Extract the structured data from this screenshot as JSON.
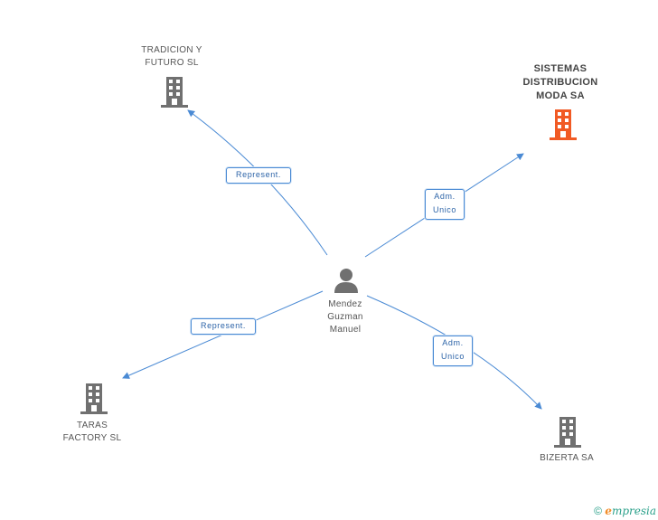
{
  "colors": {
    "edge": "#4a8ad4",
    "building_default": "#707070",
    "building_highlight": "#f15a24",
    "person": "#707070"
  },
  "center": {
    "icon": "person-icon",
    "name": "Mendez\nGuzman\nManuel"
  },
  "companies": [
    {
      "id": "tradicion",
      "name": "TRADICION Y\nFUTURO SL",
      "icon": "building-icon",
      "highlight": false
    },
    {
      "id": "sistemas",
      "name": "SISTEMAS\nDISTRIBUCION\nMODA SA",
      "icon": "building-icon",
      "highlight": true
    },
    {
      "id": "taras",
      "name": "TARAS\nFACTORY SL",
      "icon": "building-icon",
      "highlight": false
    },
    {
      "id": "bizerta",
      "name": "BIZERTA SA",
      "icon": "building-icon",
      "highlight": false
    }
  ],
  "relations": [
    {
      "to": "tradicion",
      "label": "Represent."
    },
    {
      "to": "sistemas",
      "label": "Adm.\nUnico"
    },
    {
      "to": "taras",
      "label": "Represent."
    },
    {
      "to": "bizerta",
      "label": "Adm.\nUnico"
    }
  ],
  "footer": {
    "copyright_symbol": "©",
    "brand_initial": "e",
    "brand_rest": "mpresia"
  }
}
